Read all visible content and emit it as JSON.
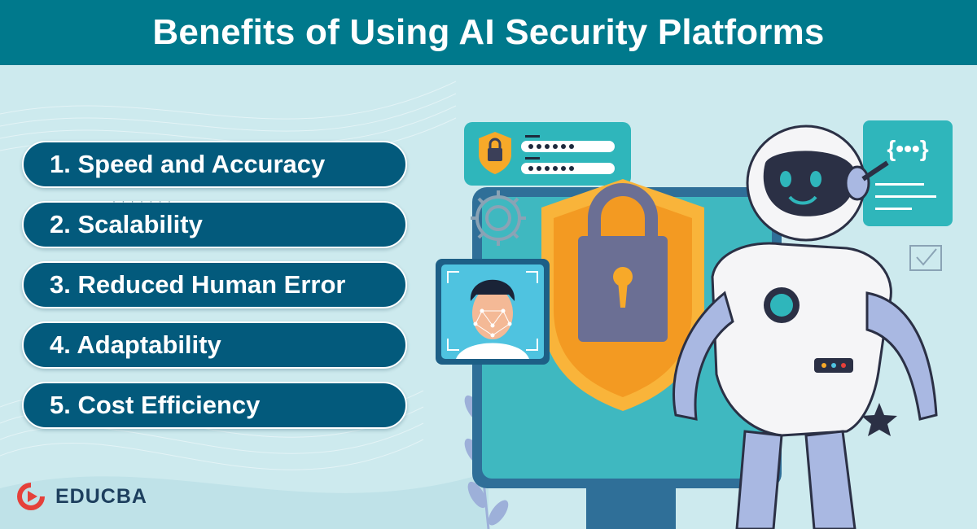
{
  "title": "Benefits of Using AI Security Platforms",
  "benefits": [
    "1. Speed and Accuracy",
    "2. Scalability",
    "3. Reduced Human Error",
    "4. Adaptability",
    "5. Cost Efficiency"
  ],
  "logo": {
    "text": "EDUCBA"
  },
  "illustration": {
    "code_card_text": "{•••}",
    "password_mask": "••••••",
    "icons": [
      "lock-icon",
      "shield-icon",
      "gear-icon",
      "face-scan-icon",
      "robot-icon",
      "checkbox-icon",
      "star-icon",
      "monitor-icon",
      "leaf-icon"
    ]
  },
  "colors": {
    "header": "#00798c",
    "pill": "#035a7c",
    "background": "#cdeaee",
    "shield": "#f7a929",
    "lock": "#6b6f94",
    "teal": "#2fb6bb"
  }
}
